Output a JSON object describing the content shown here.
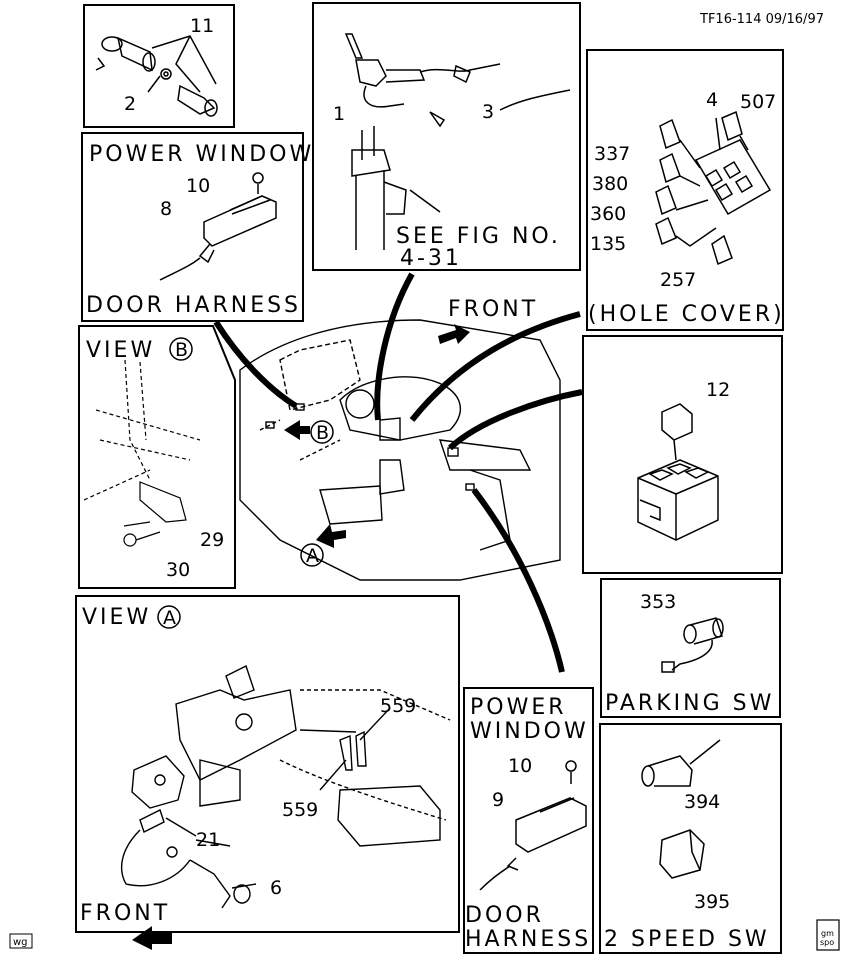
{
  "header": {
    "code": "TF16-114 09/16/97"
  },
  "panel_switch": {
    "part_11": "11",
    "part_2": "2"
  },
  "panel_column": {
    "part_1": "1",
    "part_3": "3",
    "see_line1": "SEE FIG NO.",
    "see_line2": "4-31"
  },
  "panel_fuse": {
    "parts": [
      "4",
      "507",
      "337",
      "380",
      "360",
      "135",
      "257"
    ],
    "caption": "(HOLE COVER)"
  },
  "panel_power_window_top": {
    "title": "POWER WINDOW",
    "part_10": "10",
    "part_8": "8",
    "caption": "DOOR HARNESS"
  },
  "panel_view_b": {
    "title": "VIEW",
    "circle": "B",
    "part_29": "29",
    "part_30": "30"
  },
  "center": {
    "front": "FRONT",
    "marker_b": "B",
    "marker_a": "A"
  },
  "panel_relay": {
    "part_12": "12"
  },
  "panel_parking": {
    "part_353": "353",
    "caption": "PARKING SW"
  },
  "panel_view_a": {
    "title": "VIEW",
    "circle": "A",
    "part_559_top": "559",
    "part_559_left": "559",
    "part_21": "21",
    "part_6": "6",
    "front": "FRONT"
  },
  "panel_power_window_bottom": {
    "title_line1": "POWER",
    "title_line2": "WINDOW",
    "part_10": "10",
    "part_9": "9",
    "caption_line1": "DOOR",
    "caption_line2": "HARNESS"
  },
  "panel_2speed": {
    "part_394": "394",
    "part_395": "395",
    "caption": "2 SPEED SW"
  },
  "footer": {
    "left_tag": "wg",
    "right_logo_line1": "gm",
    "right_logo_line2": "spo"
  }
}
